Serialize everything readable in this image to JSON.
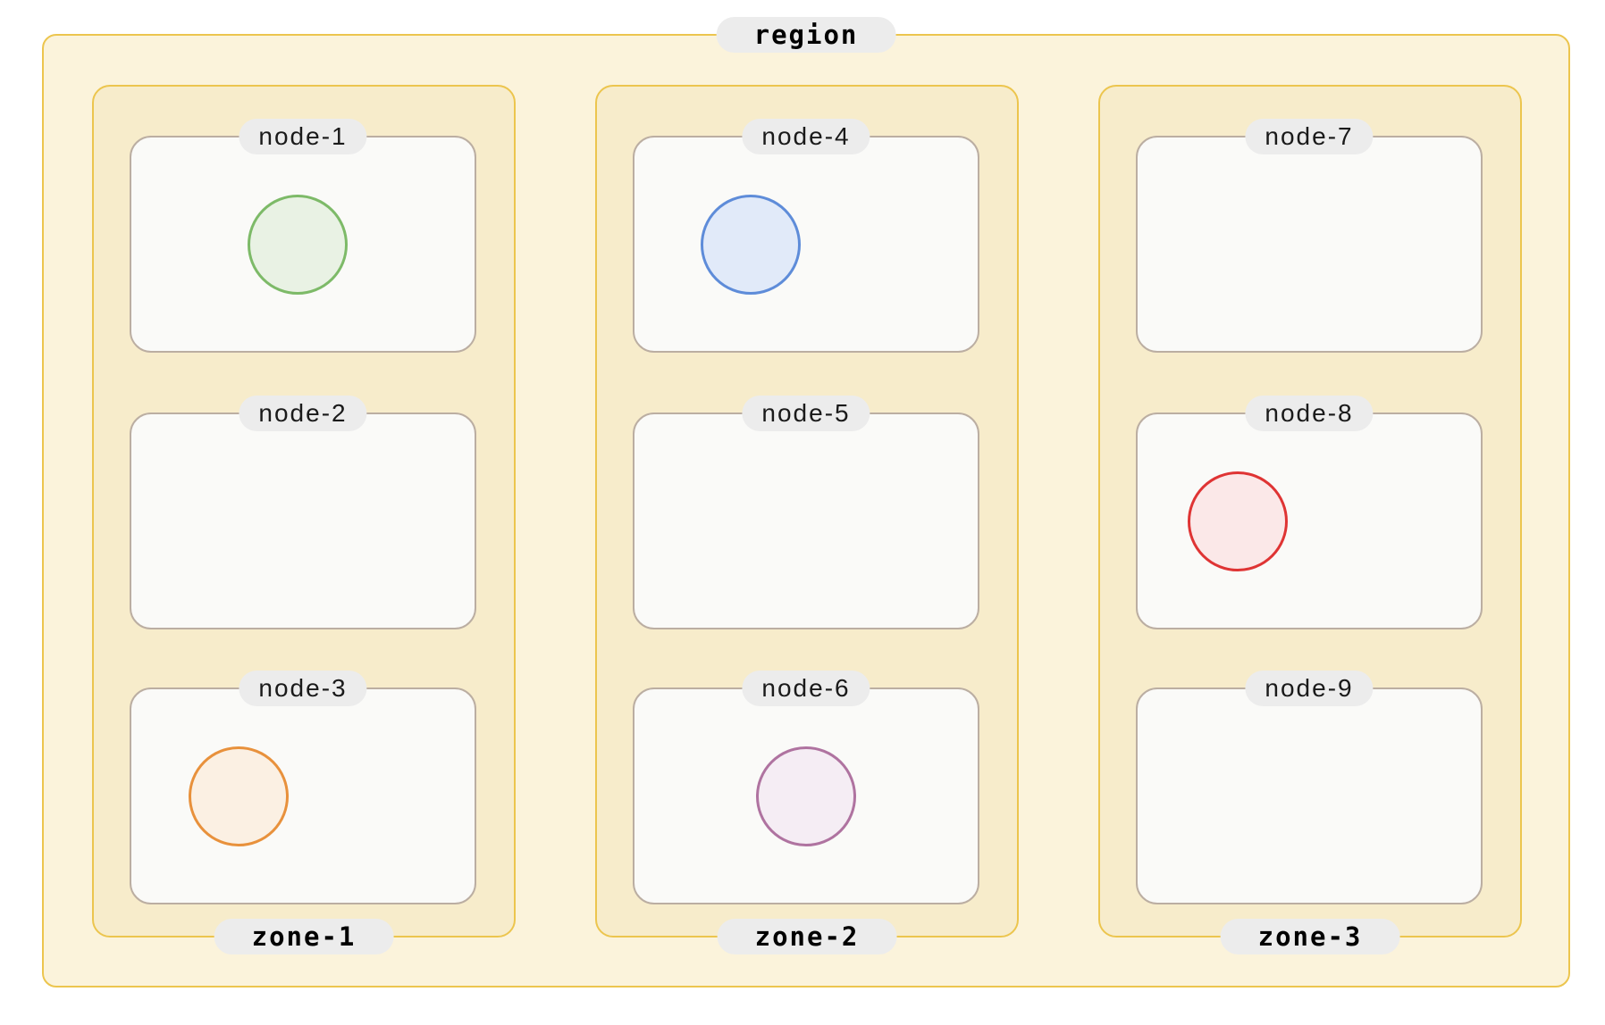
{
  "diagram": {
    "region_label": "region",
    "zones": [
      {
        "label": "zone-1",
        "nodes": [
          {
            "label": "node-1",
            "circle": {
              "color_name": "green",
              "stroke": "#7DBA68",
              "fill": "#E9F2E4"
            }
          },
          {
            "label": "node-2",
            "circle": null
          },
          {
            "label": "node-3",
            "circle": {
              "color_name": "orange",
              "stroke": "#E8913C",
              "fill": "#FBF0E3"
            }
          }
        ]
      },
      {
        "label": "zone-2",
        "nodes": [
          {
            "label": "node-4",
            "circle": {
              "color_name": "blue",
              "stroke": "#5E8CD9",
              "fill": "#E1EAF9"
            }
          },
          {
            "label": "node-5",
            "circle": null
          },
          {
            "label": "node-6",
            "circle": {
              "color_name": "purple",
              "stroke": "#AF73A0",
              "fill": "#F5EDF4"
            }
          }
        ]
      },
      {
        "label": "zone-3",
        "nodes": [
          {
            "label": "node-7",
            "circle": null
          },
          {
            "label": "node-8",
            "circle": {
              "color_name": "red",
              "stroke": "#DF3434",
              "fill": "#FBE8E8"
            }
          },
          {
            "label": "node-9",
            "circle": null
          }
        ]
      }
    ]
  },
  "palette": {
    "page_bg": "#FFFFFF",
    "region_bg": "#FBF3DB",
    "zone_bg": "#F7ECCB",
    "gold_border": "#ECC54E",
    "node_bg": "#FAFAF8",
    "node_border": "#BBAEA2",
    "pill_bg": "#ECECEC",
    "pill_text": "#1A1A1A"
  }
}
